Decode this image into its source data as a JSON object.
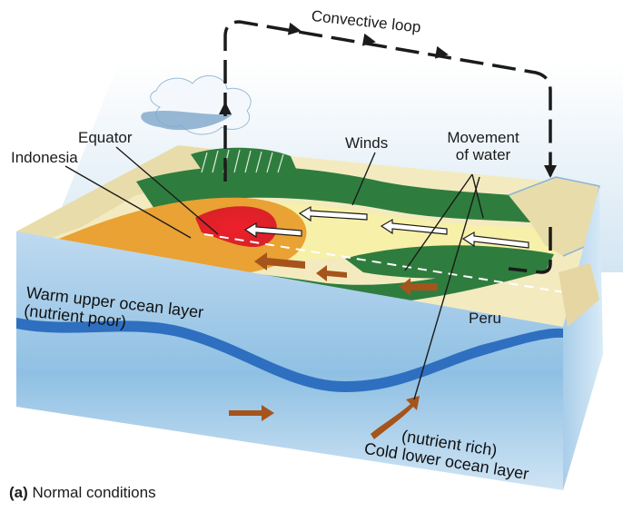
{
  "labels": {
    "convective_loop": "Convective loop",
    "equator": "Equator",
    "indonesia": "Indonesia",
    "winds": "Winds",
    "movement_of_water": [
      "Movement",
      "of water"
    ],
    "peru": "Peru",
    "warm_layer": [
      "Warm upper ocean layer",
      "(nutrient poor)"
    ],
    "cold_layer": [
      "(nutrient rich)",
      "Cold lower ocean layer"
    ]
  },
  "caption": {
    "tag": "(a)",
    "text": " Normal conditions"
  },
  "colors": {
    "sky": "#cfe3f1",
    "land_tan": "#f1e6bf",
    "ocean_yellow": "#f7f0a8",
    "orange_zone": "#e9a233",
    "red_zone": "#e3262b",
    "green_zone": "#2f7d3e",
    "ocean_front": "#7fb4dc",
    "thermocline": "#2f6fc0",
    "arrow_brown": "#a5541c"
  }
}
